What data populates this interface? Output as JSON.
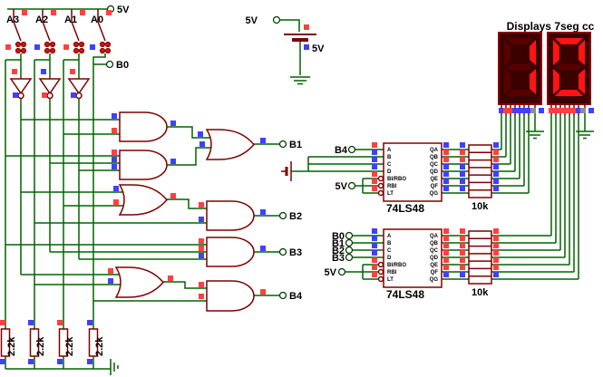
{
  "state_colors": {
    "hi": "#ff4040",
    "lo": "#4040ff",
    "nc": "#8f8f8f"
  },
  "colors": {
    "wire": "#006400",
    "part_outline": "#7f0000",
    "seg_on": "#ff1414",
    "seg_off": "#570000",
    "display_bg": "#3b0000",
    "text": "#000000"
  },
  "power": {
    "rail_label": "5V",
    "battery": {
      "terminal_label": "5V",
      "value_label": "5V"
    }
  },
  "switches": {
    "labels": [
      "A3",
      "A2",
      "A1",
      "A0"
    ],
    "direct_output_label": "B0"
  },
  "gates": {
    "output_labels": [
      "B1",
      "B2",
      "B3",
      "B4"
    ]
  },
  "decoders": [
    {
      "name": "74LS48",
      "input_labels": [
        "B4"
      ],
      "supply_label": "5V",
      "pins_left": [
        "A",
        "B",
        "C",
        "D",
        "BI/RBO",
        "RBI",
        "LT"
      ],
      "pins_right": [
        "QA",
        "QB",
        "QC",
        "QD",
        "QE",
        "QF",
        "QG"
      ],
      "network_label": "10k"
    },
    {
      "name": "74LS48",
      "input_labels": [
        "B0",
        "B1",
        "B2",
        "B3"
      ],
      "supply_label": "5V",
      "pins_left": [
        "A",
        "B",
        "C",
        "D",
        "BI/RBO",
        "RBI",
        "LT"
      ],
      "pins_right": [
        "QA",
        "QB",
        "QC",
        "QD",
        "QE",
        "QF",
        "QG"
      ],
      "network_label": "10k"
    }
  ],
  "displays": {
    "title": "Displays 7seg cc",
    "d1": {
      "digit": "1",
      "segments_on": [
        "b",
        "c"
      ]
    },
    "d2": {
      "digit": "0",
      "segments_on": [
        "a",
        "b",
        "c",
        "d",
        "e",
        "f"
      ]
    }
  },
  "resistors": {
    "labels": [
      "2.2k",
      "2.2k",
      "2.2k",
      "2.2k"
    ]
  },
  "indicators": [
    [
      24,
      11,
      "hi"
    ],
    [
      56,
      11,
      "hi"
    ],
    [
      88,
      11,
      "hi"
    ],
    [
      117,
      11,
      "hi"
    ],
    [
      6,
      49,
      "hi"
    ],
    [
      38,
      49,
      "lo"
    ],
    [
      70,
      49,
      "hi"
    ],
    [
      99,
      49,
      "lo"
    ],
    [
      13,
      76,
      "hi"
    ],
    [
      45,
      76,
      "lo"
    ],
    [
      77,
      76,
      "hi"
    ],
    [
      14,
      102,
      "lo"
    ],
    [
      46,
      102,
      "hi"
    ],
    [
      78,
      102,
      "lo"
    ],
    [
      335,
      27,
      "hi"
    ],
    [
      335,
      49,
      "lo"
    ],
    [
      123,
      125,
      "lo"
    ],
    [
      123,
      141,
      "hi"
    ],
    [
      188,
      133,
      "lo"
    ],
    [
      218,
      145,
      "lo"
    ],
    [
      220,
      156,
      "lo"
    ],
    [
      287,
      152,
      "lo"
    ],
    [
      123,
      165,
      "hi"
    ],
    [
      123,
      173,
      "lo"
    ],
    [
      123,
      181,
      "lo"
    ],
    [
      188,
      175,
      "lo"
    ],
    [
      125,
      205,
      "lo"
    ],
    [
      125,
      220,
      "hi"
    ],
    [
      188,
      213,
      "hi"
    ],
    [
      219,
      223,
      "hi"
    ],
    [
      219,
      239,
      "lo"
    ],
    [
      287,
      231,
      "lo"
    ],
    [
      219,
      263,
      "hi"
    ],
    [
      219,
      271,
      "hi"
    ],
    [
      219,
      279,
      "lo"
    ],
    [
      287,
      271,
      "lo"
    ],
    [
      119,
      296,
      "hi"
    ],
    [
      119,
      307,
      "lo"
    ],
    [
      185,
      304,
      "hi"
    ],
    [
      219,
      311,
      "hi"
    ],
    [
      219,
      324,
      "hi"
    ],
    [
      287,
      319,
      "hi"
    ],
    [
      0,
      353,
      "hi"
    ],
    [
      31,
      353,
      "lo"
    ],
    [
      63,
      353,
      "hi"
    ],
    [
      96,
      353,
      "lo"
    ],
    [
      0,
      396,
      "lo"
    ],
    [
      31,
      396,
      "lo"
    ],
    [
      63,
      396,
      "lo"
    ],
    [
      96,
      396,
      "lo"
    ],
    [
      410,
      157,
      "hi"
    ],
    [
      410,
      165,
      "lo"
    ],
    [
      410,
      173,
      "lo"
    ],
    [
      410,
      181,
      "lo"
    ],
    [
      410,
      189,
      "hi"
    ],
    [
      410,
      197,
      "hi"
    ],
    [
      410,
      205,
      "hi"
    ],
    [
      489,
      157,
      "lo"
    ],
    [
      489,
      165,
      "hi"
    ],
    [
      489,
      173,
      "hi"
    ],
    [
      489,
      181,
      "lo"
    ],
    [
      489,
      189,
      "lo"
    ],
    [
      489,
      197,
      "lo"
    ],
    [
      489,
      205,
      "lo"
    ],
    [
      507,
      157,
      "lo"
    ],
    [
      507,
      165,
      "hi"
    ],
    [
      507,
      173,
      "hi"
    ],
    [
      507,
      181,
      "lo"
    ],
    [
      507,
      189,
      "lo"
    ],
    [
      507,
      197,
      "lo"
    ],
    [
      507,
      205,
      "lo"
    ],
    [
      544,
      157,
      "lo"
    ],
    [
      544,
      165,
      "hi"
    ],
    [
      544,
      173,
      "hi"
    ],
    [
      544,
      181,
      "lo"
    ],
    [
      544,
      189,
      "lo"
    ],
    [
      544,
      197,
      "lo"
    ],
    [
      544,
      205,
      "lo"
    ],
    [
      410,
      252,
      "lo"
    ],
    [
      410,
      260,
      "lo"
    ],
    [
      410,
      268,
      "lo"
    ],
    [
      410,
      276,
      "lo"
    ],
    [
      410,
      284,
      "hi"
    ],
    [
      410,
      292,
      "hi"
    ],
    [
      410,
      300,
      "hi"
    ],
    [
      489,
      252,
      "hi"
    ],
    [
      489,
      260,
      "hi"
    ],
    [
      489,
      268,
      "hi"
    ],
    [
      489,
      276,
      "hi"
    ],
    [
      489,
      284,
      "hi"
    ],
    [
      489,
      292,
      "hi"
    ],
    [
      489,
      300,
      "lo"
    ],
    [
      507,
      252,
      "hi"
    ],
    [
      507,
      260,
      "hi"
    ],
    [
      507,
      268,
      "hi"
    ],
    [
      507,
      276,
      "hi"
    ],
    [
      507,
      284,
      "hi"
    ],
    [
      507,
      292,
      "hi"
    ],
    [
      507,
      300,
      "lo"
    ],
    [
      544,
      252,
      "hi"
    ],
    [
      544,
      260,
      "hi"
    ],
    [
      544,
      268,
      "hi"
    ],
    [
      544,
      276,
      "hi"
    ],
    [
      544,
      284,
      "hi"
    ],
    [
      544,
      292,
      "hi"
    ],
    [
      544,
      300,
      "lo"
    ],
    [
      550,
      119,
      "lo"
    ],
    [
      555,
      119,
      "hi"
    ],
    [
      560,
      119,
      "hi"
    ],
    [
      565,
      119,
      "lo"
    ],
    [
      570,
      119,
      "lo"
    ],
    [
      575,
      119,
      "lo"
    ],
    [
      580,
      119,
      "lo"
    ],
    [
      585,
      119,
      "nc"
    ],
    [
      594,
      119,
      "lo"
    ],
    [
      605,
      119,
      "hi"
    ],
    [
      610,
      119,
      "hi"
    ],
    [
      615,
      119,
      "hi"
    ],
    [
      620,
      119,
      "hi"
    ],
    [
      625,
      119,
      "hi"
    ],
    [
      630,
      119,
      "hi"
    ],
    [
      635,
      119,
      "lo"
    ],
    [
      640,
      119,
      "nc"
    ],
    [
      649,
      119,
      "lo"
    ]
  ]
}
